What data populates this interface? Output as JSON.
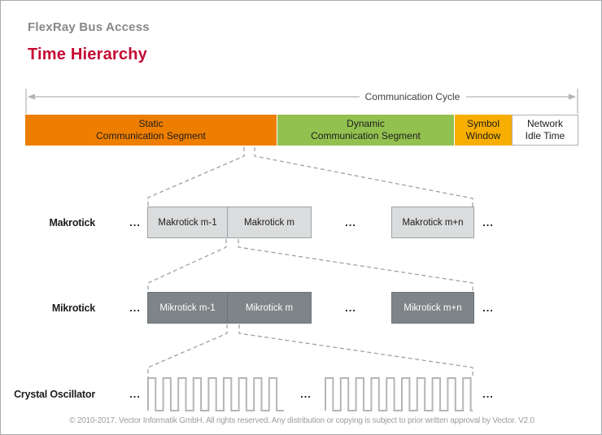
{
  "header": {
    "subtitle": "FlexRay Bus Access",
    "title": "Time Hierarchy"
  },
  "cycle_label": "Communication Cycle",
  "bar": {
    "segments": [
      {
        "line1": "Static",
        "line2": "Communication Segment",
        "color": "#ee7e00"
      },
      {
        "line1": "Dynamic",
        "line2": "Communication Segment",
        "color": "#93c150"
      },
      {
        "line1": "Symbol",
        "line2": "Window",
        "color": "#f7ae00"
      },
      {
        "line1": "Network",
        "line2": "Idle Time",
        "color": "#ffffff"
      }
    ]
  },
  "rows": {
    "makrotick": {
      "label": "Makrotick",
      "box1": "Makrotick m-1",
      "box2": "Makrotick m",
      "box3": "Makrotick m+n"
    },
    "mikrotick": {
      "label": "Mikrotick",
      "box1": "Mikrotick m-1",
      "box2": "Mikrotick m",
      "box3": "Mikrotick m+n"
    },
    "crystal": {
      "label": "Crystal Oscillator"
    }
  },
  "ellipsis": "...",
  "footer": "© 2010-2017. Vector Informatik GmbH. All rights reserved. Any distribution or copying is subject to prior written approval by Vector. V2.0",
  "colors": {
    "subtitle_gray": "#87888a",
    "title_red": "#c40a33",
    "static_orange": "#ee7e00",
    "dynamic_green": "#93c150",
    "symbol_yellow": "#f7ae00",
    "makrotick_fill": "#dbdcdd",
    "mikrotick_fill": "#7e8487",
    "line_gray": "#9ea2a4"
  }
}
